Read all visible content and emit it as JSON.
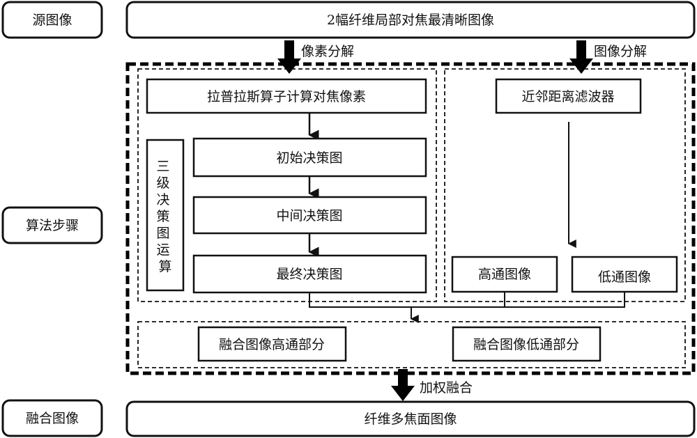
{
  "diagram": {
    "left_labels": {
      "source": "源图像",
      "algorithm": "算法步骤",
      "fused": "融合图像"
    },
    "source_box": "2幅纤维局部对焦最清晰图像",
    "arrows": {
      "pixel_decomp": "像素分解",
      "image_decomp": "图像分解",
      "weighted_fusion": "加权融合"
    },
    "left_branch": {
      "laplacian": "拉普拉斯算子计算对焦像素",
      "side_label_chars": [
        "三",
        "级",
        "决",
        "策",
        "图",
        "运",
        "算"
      ],
      "initial": "初始决策图",
      "middle": "中间决策图",
      "final": "最终决策图"
    },
    "right_branch": {
      "filter": "近邻距离滤波器",
      "high_pass": "高通图像",
      "low_pass": "低通图像"
    },
    "fusion_parts": {
      "high": "融合图像高通部分",
      "low": "融合图像低通部分"
    },
    "output_box": "纤维多焦面图像"
  }
}
